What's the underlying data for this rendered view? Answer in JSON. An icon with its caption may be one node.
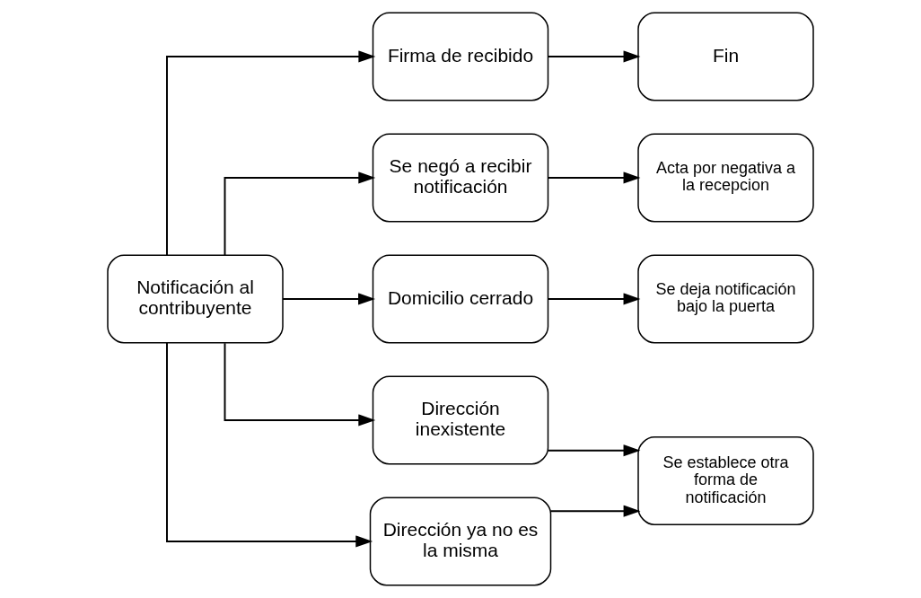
{
  "diagram": {
    "nodes": [
      {
        "text": [
          "Notificación al contribuyente"
        ]
      },
      {
        "text": [
          "Firma de recibido"
        ]
      },
      {
        "text": [
          "Fin"
        ]
      },
      {
        "text": [
          "Se negó a recibir notificación"
        ]
      },
      {
        "text": [
          "Acta por negativa a la recepcion"
        ]
      },
      {
        "text": [
          "Domicilio cerrado"
        ]
      },
      {
        "text": [
          "Se deja notificación bajo la puerta"
        ]
      },
      {
        "text": [
          "Dirección inexistente"
        ]
      },
      {
        "text": [
          "Dirección ya no es la misma"
        ]
      },
      {
        "text": [
          "Se establece otra forma de notificación"
        ]
      }
    ],
    "edges": [
      {
        "from": 0,
        "to": 1,
        "arrow": "to"
      },
      {
        "from": 1,
        "to": 2,
        "arrow": "to"
      },
      {
        "from": 0,
        "to": 3,
        "arrow": "to"
      },
      {
        "from": 3,
        "to": 4,
        "arrow": "to"
      },
      {
        "from": 0,
        "to": 5,
        "arrow": "to"
      },
      {
        "from": 5,
        "to": 6,
        "arrow": "to"
      },
      {
        "from": 0,
        "to": 7,
        "arrow": "to"
      },
      {
        "from": 0,
        "to": 8,
        "arrow": "to"
      },
      {
        "from": 7,
        "to": 9,
        "arrow": "to"
      },
      {
        "from": 8,
        "to": 9,
        "arrow": "to"
      }
    ]
  }
}
